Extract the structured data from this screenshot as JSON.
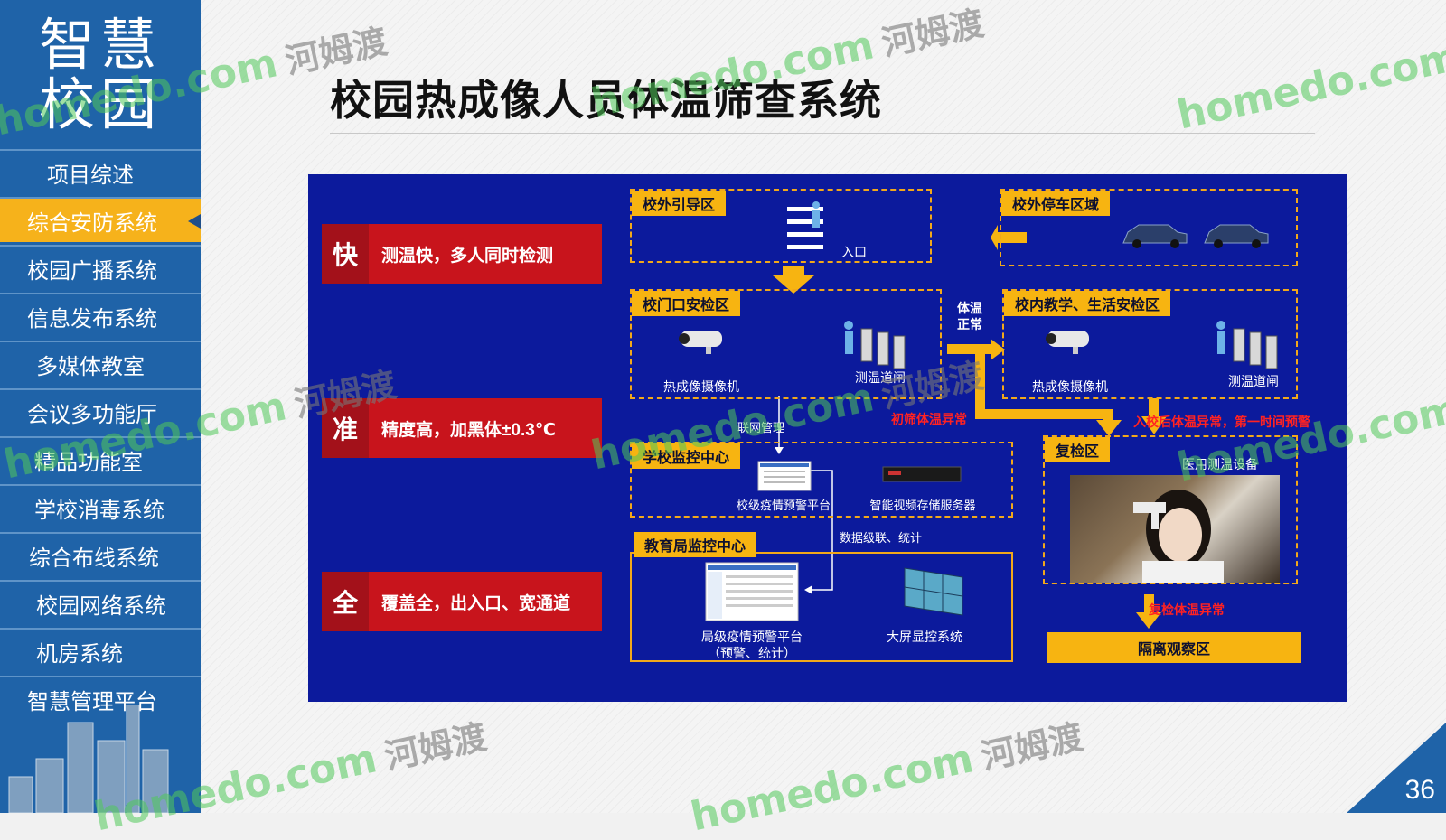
{
  "brand": {
    "line1": "智慧",
    "line2": "校园"
  },
  "sidebar": {
    "items": [
      {
        "label": "项目综述",
        "active": false
      },
      {
        "label": "综合安防系统",
        "active": true
      },
      {
        "label": "校园广播系统",
        "active": false
      },
      {
        "label": "信息发布系统",
        "active": false
      },
      {
        "label": "多媒体教室",
        "active": false
      },
      {
        "label": "会议多功能厅",
        "active": false
      },
      {
        "label": "精品功能室",
        "active": false
      },
      {
        "label": "学校消毒系统",
        "active": false
      },
      {
        "label": "综合布线系统",
        "active": false
      },
      {
        "label": "校园网络系统",
        "active": false
      },
      {
        "label": "机房系统",
        "active": false
      },
      {
        "label": "智慧管理平台",
        "active": false
      }
    ]
  },
  "title": "校园热成像人员体温筛查系统",
  "features": [
    {
      "char": "快",
      "text": "测温快，多人同时检测"
    },
    {
      "char": "准",
      "text": "精度高，加黑体±0.3℃"
    },
    {
      "char": "全",
      "text": "覆盖全，出入口、宽通道"
    }
  ],
  "zones": {
    "guide": {
      "tag": "校外引导区",
      "entrance": "入口"
    },
    "parking": {
      "tag": "校外停车区域"
    },
    "gate": {
      "tag": "校门口安检区",
      "camera": "热成像摄像机",
      "gate": "测温道闸"
    },
    "inner": {
      "tag": "校内教学、生活安检区",
      "camera": "热成像摄像机",
      "gate": "测温道闸"
    },
    "monitor": {
      "tag": "学校监控中心",
      "platform": "校级疫情预警平台",
      "server": "智能视频存储服务器"
    },
    "bureau": {
      "tag": "教育局监控中心",
      "platform": "局级疫情预警平台",
      "platform_sub": "（预警、统计）",
      "screen": "大屏显控系统"
    },
    "recheck": {
      "tag": "复检区",
      "device": "医用测温设备"
    },
    "isolation": {
      "label": "隔离观察区"
    }
  },
  "flow_labels": {
    "temp_normal_1": "体温",
    "temp_normal_2": "正常",
    "network": "联网管理",
    "data": "数据级联、统计",
    "initial_abnormal": "初筛体温异常",
    "inside_abnormal": "入校后体温异常，第一时间预警",
    "recheck_abnormal": "复检体温异常"
  },
  "watermark": {
    "site": "homedo.com",
    "brand": "河姆渡"
  },
  "page_number": "36",
  "colors": {
    "sidebar": "#1f63a8",
    "active": "#f6b21b",
    "panel": "#0c1a9c",
    "accent": "#f7b411",
    "feature": "#c8141c"
  }
}
